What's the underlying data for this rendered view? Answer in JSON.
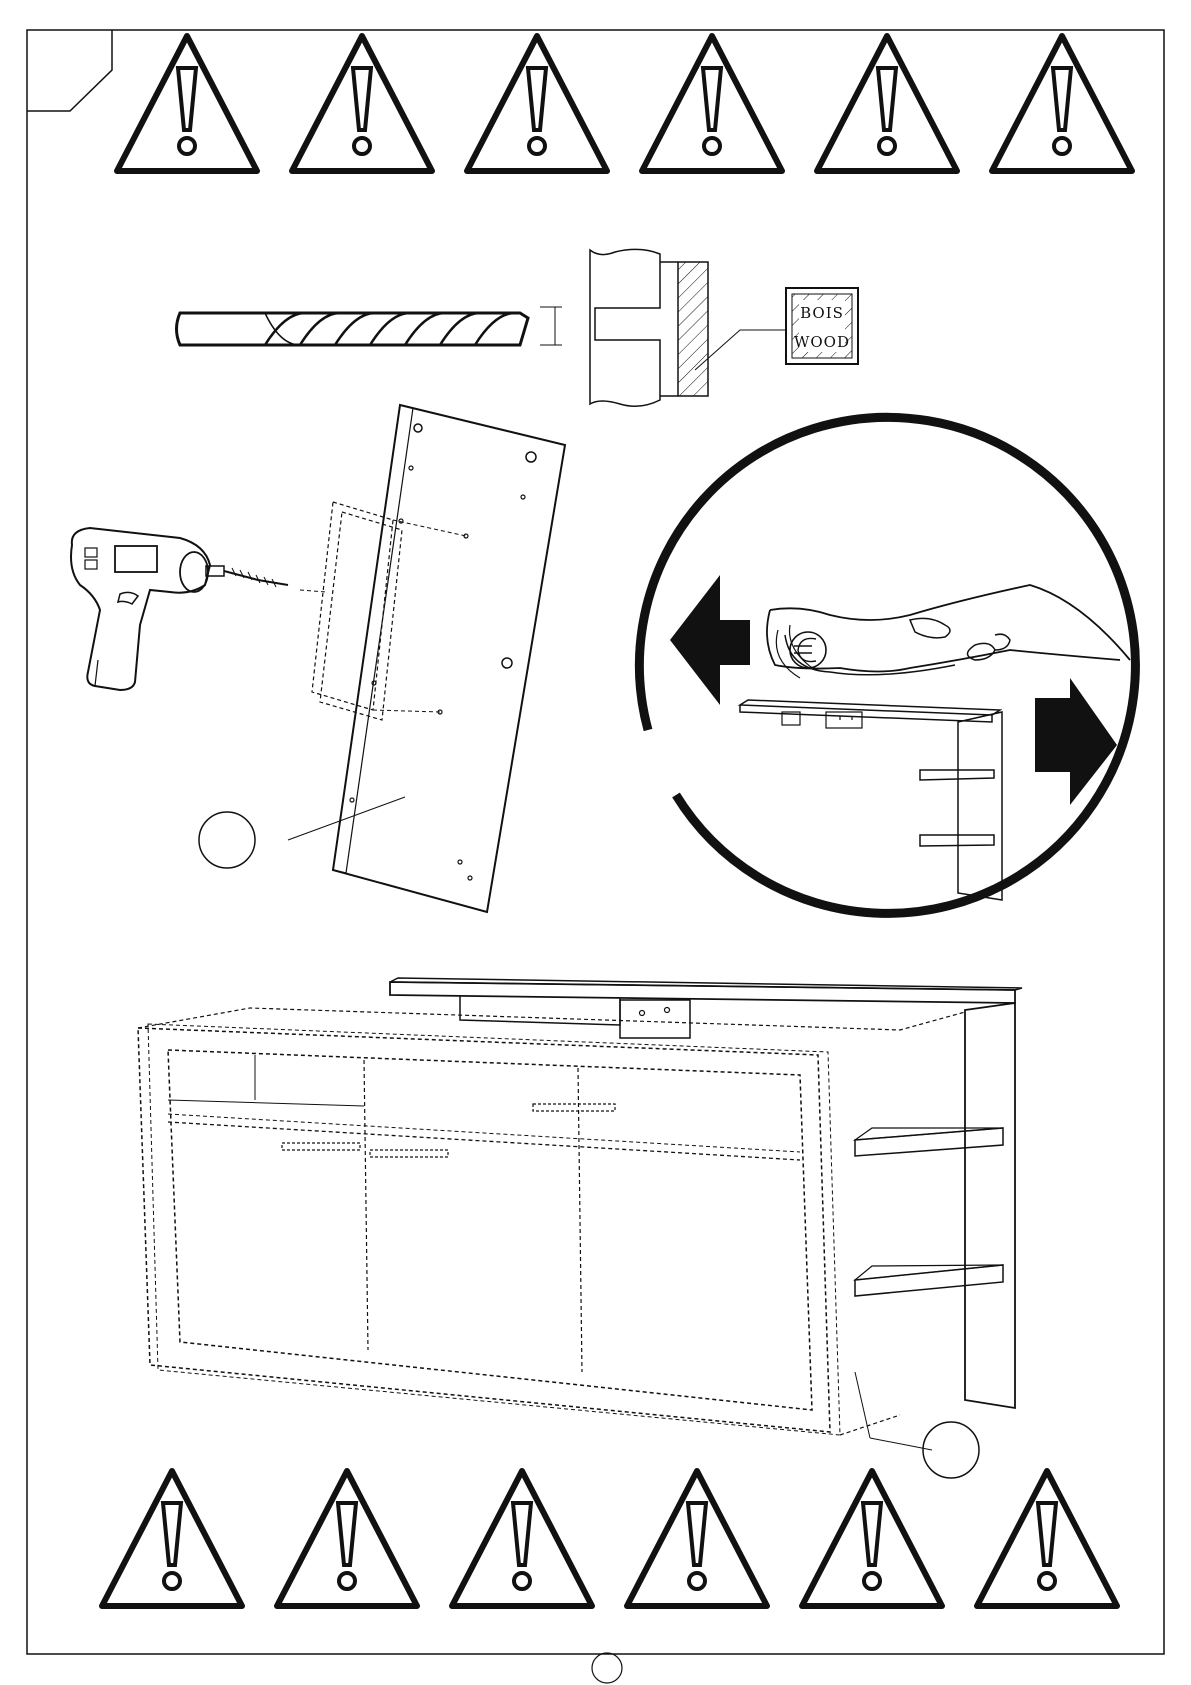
{
  "wood_badge": {
    "line1": "BOIS",
    "line2": "WOOD"
  },
  "warnings": {
    "icon": "warning-triangle-icon",
    "top_count": 6,
    "bottom_count": 6
  },
  "step_tip": {
    "icon": "money-hand-icon",
    "arrows": [
      "arrow-left-icon",
      "arrow-right-icon"
    ]
  },
  "colors": {
    "ink": "#111111",
    "paper": "#ffffff"
  }
}
